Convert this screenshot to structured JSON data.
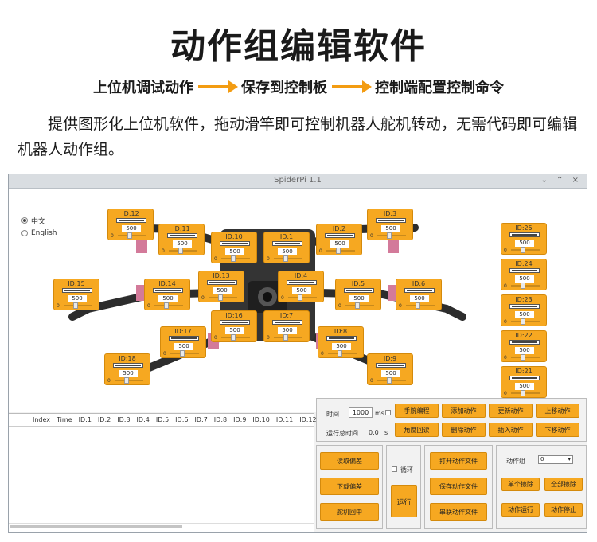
{
  "header": {
    "title": "动作组编辑软件",
    "flow": [
      "上位机调试动作",
      "保存到控制板",
      "控制端配置控制命令"
    ],
    "description": "提供图形化上位机软件，拖动滑竿即可控制机器人舵机转动，无需代码即可编辑机器人动作组。"
  },
  "window": {
    "title": "SpiderPi 1.1",
    "controls": "⌄ ⌃ ×"
  },
  "lang": {
    "zh": "中文",
    "en": "English",
    "selected": "zh"
  },
  "servo_defaults": {
    "value": "500",
    "min": "0"
  },
  "servos": [
    {
      "id": "ID:12"
    },
    {
      "id": "ID:11"
    },
    {
      "id": "ID:10"
    },
    {
      "id": "ID:1"
    },
    {
      "id": "ID:2"
    },
    {
      "id": "ID:3"
    },
    {
      "id": "ID:15"
    },
    {
      "id": "ID:14"
    },
    {
      "id": "ID:13"
    },
    {
      "id": "ID:4"
    },
    {
      "id": "ID:5"
    },
    {
      "id": "ID:6"
    },
    {
      "id": "ID:16"
    },
    {
      "id": "ID:7"
    },
    {
      "id": "ID:17"
    },
    {
      "id": "ID:8"
    },
    {
      "id": "ID:18"
    },
    {
      "id": "ID:9"
    },
    {
      "id": "ID:25"
    },
    {
      "id": "ID:24"
    },
    {
      "id": "ID:23"
    },
    {
      "id": "ID:22"
    },
    {
      "id": "ID:21"
    }
  ],
  "table": {
    "columns": [
      "Index",
      "Time",
      "ID:1",
      "ID:2",
      "ID:3",
      "ID:4",
      "ID:5",
      "ID:6",
      "ID:7",
      "ID:8",
      "ID:9",
      "ID:10",
      "ID:11",
      "ID:12"
    ]
  },
  "edit_panel": {
    "time_label": "时间",
    "time_value": "1000",
    "time_unit": "ms",
    "total_label": "运行总时间",
    "total_value": "0.0",
    "total_unit": "s",
    "buttons": [
      "手腕编程",
      "添加动作",
      "更新动作",
      "上移动作",
      "角度回读",
      "删除动作",
      "插入动作",
      "下移动作"
    ]
  },
  "deviation": {
    "buttons": [
      "读取偏差",
      "下载偏差",
      "舵机回中"
    ]
  },
  "run": {
    "loop_label": "循环",
    "run_button": "运行"
  },
  "file": {
    "buttons": [
      "打开动作文件",
      "保存动作文件",
      "串联动作文件"
    ]
  },
  "group": {
    "label": "动作组",
    "selected": "0",
    "buttons": [
      "单个擦除",
      "全部擦除",
      "动作运行",
      "动作停止"
    ]
  }
}
